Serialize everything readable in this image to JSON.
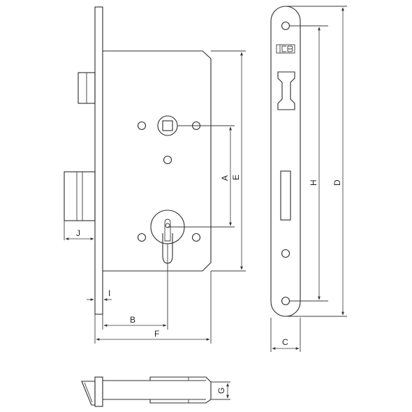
{
  "labels": {
    "A": "A",
    "B": "B",
    "C": "C",
    "D": "D",
    "E": "E",
    "F": "F",
    "G": "G",
    "H": "H",
    "I": "I",
    "J": "J"
  },
  "brand_mark": "ICB"
}
